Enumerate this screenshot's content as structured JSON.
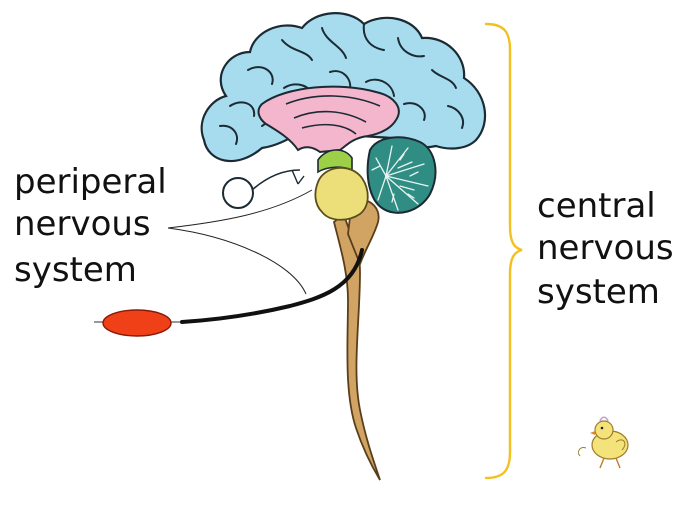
{
  "labels": {
    "peripheral": [
      "periperal",
      "nervous",
      "system"
    ],
    "central": [
      "central",
      "nervous",
      "system"
    ]
  },
  "colors": {
    "cerebrum": "#a6dcee",
    "limbic": "#f3b6cc",
    "midbrain": "#9ecf49",
    "pons": "#ecdf7a",
    "cerebellum": "#2f8d84",
    "spinal_cord": "#d2a463",
    "muscle": "#f04018",
    "bracket": "#f2c11e",
    "nerve": "#111111"
  },
  "icons": {
    "mascot": "chick-icon"
  }
}
